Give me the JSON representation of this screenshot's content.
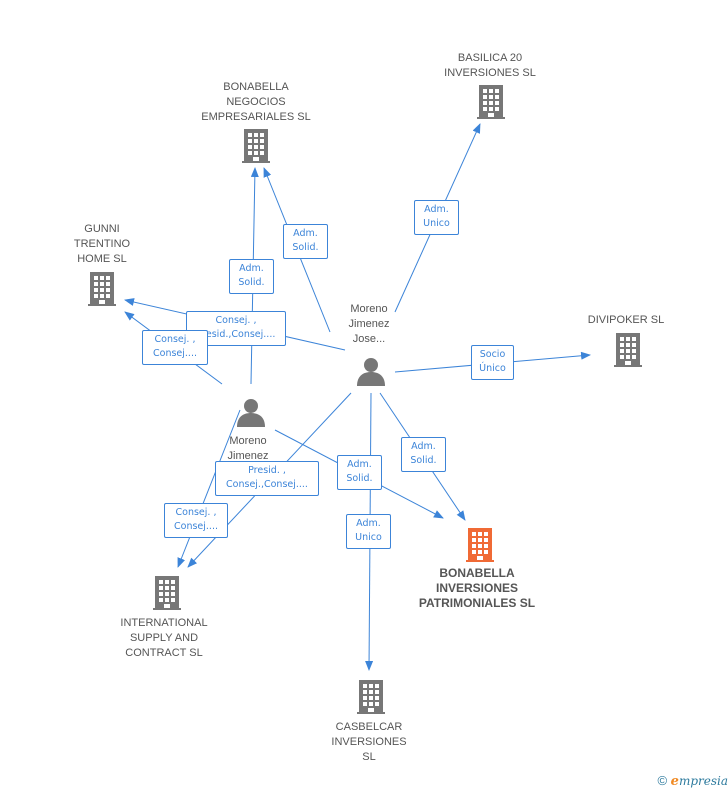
{
  "nodes": {
    "bonabella_negocios": {
      "lines": [
        "BONABELLA",
        "NEGOCIOS",
        "EMPRESARIALES SL"
      ],
      "kind": "company"
    },
    "basilica": {
      "lines": [
        "BASILICA 20",
        "INVERSIONES SL"
      ],
      "kind": "company"
    },
    "gunni": {
      "lines": [
        "GUNNI",
        "TRENTINO",
        "HOME SL"
      ],
      "kind": "company"
    },
    "divipoker": {
      "lines": [
        "DIVIPOKER SL"
      ],
      "kind": "company"
    },
    "moreno_jose": {
      "lines": [
        "Moreno",
        "Jimenez",
        "Jose..."
      ],
      "kind": "person"
    },
    "moreno_jimenez": {
      "lines": [
        "Moreno",
        "Jimenez"
      ],
      "kind": "person"
    },
    "bonabella_inversiones": {
      "lines": [
        "BONABELLA",
        "INVERSIONES",
        "PATRIMONIALES SL"
      ],
      "kind": "company",
      "highlight": true
    },
    "international": {
      "lines": [
        "INTERNATIONAL",
        "SUPPLY AND",
        "CONTRACT SL"
      ],
      "kind": "company"
    },
    "casbelcar": {
      "lines": [
        "CASBELCAR",
        "INVERSIONES",
        "SL"
      ],
      "kind": "company"
    }
  },
  "edge_labels": {
    "e1": [
      "Adm.",
      "Solid."
    ],
    "e2": [
      "Adm.",
      "Solid."
    ],
    "e3": [
      "Adm.",
      "Unico"
    ],
    "e4": [
      "Consej. ,",
      "Presid.,Consej...."
    ],
    "e5": [
      "Consej. ,",
      "Consej...."
    ],
    "e6": [
      "Socio",
      "Único"
    ],
    "e7": [
      "Adm.",
      "Solid."
    ],
    "e8": [
      "Adm.",
      "Solid."
    ],
    "e9": [
      "Presid. ,",
      "Consej.,Consej...."
    ],
    "e10": [
      "Consej. ,",
      "Consej...."
    ],
    "e11": [
      "Adm.",
      "Unico"
    ]
  },
  "colors": {
    "edge": "#3c84d8",
    "icon": "#777777",
    "highlight": "#f06a35"
  },
  "icons": {
    "company": "building-icon",
    "person": "person-icon"
  },
  "footer": {
    "copyright": "©",
    "brand_initial": "e",
    "brand_rest": "mpresia"
  }
}
